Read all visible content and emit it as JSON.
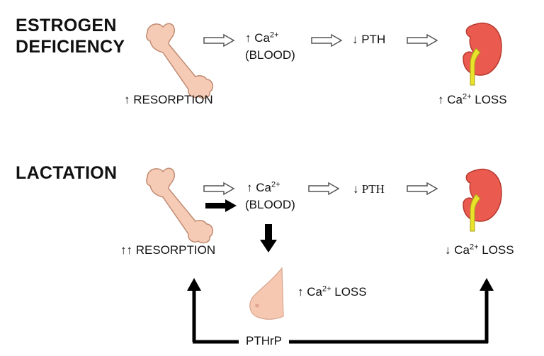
{
  "section_top": {
    "heading_line1": "ESTROGEN",
    "heading_line2": "DEFICIENCY",
    "ca_prefix": "↑ Ca",
    "ca_charge": "2+",
    "blood": "(BLOOD)",
    "pth": "↓ PTH",
    "resorption": "↑ RESORPTION",
    "loss_prefix": "↑ Ca",
    "loss_charge": "2+",
    "loss_suffix": " LOSS"
  },
  "section_bottom": {
    "heading": "LACTATION",
    "ca_prefix": "↑ Ca",
    "ca_charge": "2+",
    "blood": "(BLOOD)",
    "pth": "↓ PTH",
    "resorption": "↑↑ RESORPTION",
    "loss_prefix": "↓  Ca",
    "loss_charge": "2+",
    "loss_suffix": " LOSS",
    "breast_loss_prefix": "↑ Ca",
    "breast_loss_charge": "2+",
    "breast_loss_suffix": " LOSS",
    "pthrp": "PTHrP"
  },
  "colors": {
    "bone_fill": "#f6cbb5",
    "bone_stroke": "#c08a72",
    "kidney_fill": "#ea5a4e",
    "kidney_stroke": "#b7392f",
    "ureter": "#e9e22a",
    "breast_fill": "#f6c8b2",
    "arrow_outline": "#555555",
    "arrow_solid": "#000000"
  }
}
